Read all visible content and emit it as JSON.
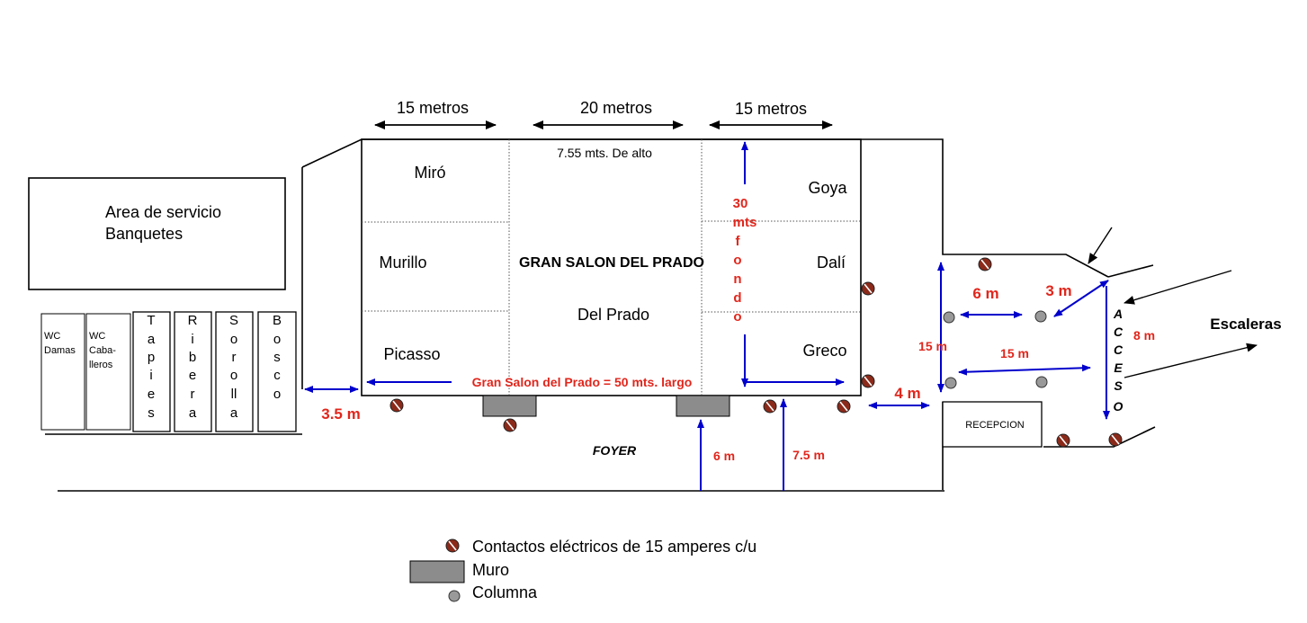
{
  "colors": {
    "wall": "#000000",
    "blue_arrow": "#0000cc",
    "red_text": "#e1261c",
    "outlet_fill": "#8b2a1a",
    "muro_fill": "#8c8c8c",
    "column_fill": "#999999"
  },
  "top_dims": {
    "left": "15 metros",
    "center": "20 metros",
    "right": "15 metros"
  },
  "height_note": "7.55 mts. De alto",
  "service_area": {
    "line1": "Area de servicio",
    "line2": "Banquetes"
  },
  "restrooms": {
    "damas": {
      "line1": "WC",
      "line2": "Damas"
    },
    "caballeros": {
      "line1": "WC",
      "line2": "Caba-",
      "line3": "lleros"
    }
  },
  "small_rooms": [
    {
      "name": "Tapies",
      "letters": [
        "T",
        "a",
        "p",
        "i",
        "e",
        "s"
      ]
    },
    {
      "name": "Ribera",
      "letters": [
        "R",
        "i",
        "b",
        "e",
        "r",
        "a"
      ]
    },
    {
      "name": "Sorolla",
      "letters": [
        "S",
        "o",
        "r",
        "o",
        "ll",
        "a"
      ]
    },
    {
      "name": "Bosco",
      "letters": [
        "B",
        "o",
        "s",
        "c",
        "o"
      ]
    }
  ],
  "salon_rooms": {
    "miro": "Miró",
    "murillo": "Murillo",
    "picasso": "Picasso",
    "goya": "Goya",
    "dali": "Dalí",
    "greco": "Greco",
    "main": "GRAN SALON DEL PRADO",
    "del_prado": "Del Prado"
  },
  "depth_label": [
    "30",
    "mts",
    "f",
    "o",
    "n",
    "d",
    "o"
  ],
  "length_label": "Gran Salon del Prado = 50 mts.  largo",
  "foyer": "FOYER",
  "recepcion": "RECEPCION",
  "acceso": [
    "A",
    "C",
    "C",
    "E",
    "S",
    "O"
  ],
  "escaleras": "Escaleras",
  "measures": {
    "m3_5": "3.5 m",
    "m6_bottom": "6  m",
    "m7_5": "7.5 m",
    "m4": "4 m",
    "m15_vert": "15 m",
    "m6_top": "6 m",
    "m3": "3 m",
    "m15_horiz": "15 m",
    "m8": "8 m"
  },
  "legend": {
    "outlets": "Contactos eléctricos de 15 amperes c/u",
    "muro": "Muro",
    "columna": "Columna"
  }
}
